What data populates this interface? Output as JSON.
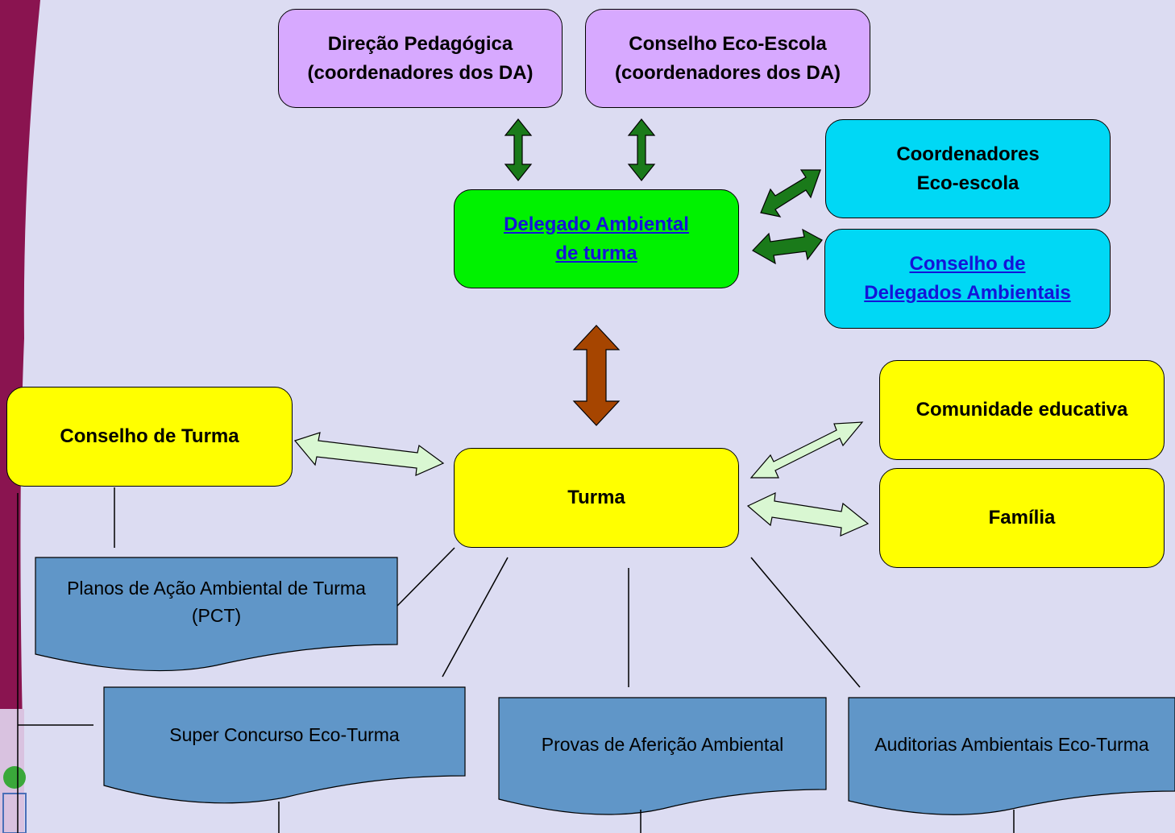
{
  "colors": {
    "background": "#dcdcf2",
    "purple_box": "#d7a9ff",
    "cyan_box": "#00d8f5",
    "green_box": "#00f200",
    "yellow_box": "#ffff00",
    "document_fill": "#6096c8",
    "arrow_dark_green": "#1a7a1a",
    "arrow_brown": "#a64500",
    "arrow_light_green": "#d9f7d2",
    "link": "#1414d8"
  },
  "boxes": {
    "direcao": [
      "Direção Pedagógica",
      "(coordenadores dos DA)"
    ],
    "conselho_eco": [
      "Conselho Eco-Escola",
      "(coordenadores dos DA)"
    ],
    "coordenadores": [
      "Coordenadores",
      "Eco-escola"
    ],
    "delegado": [
      "Delegado Ambiental",
      "de turma"
    ],
    "conselho_delegados": [
      "Conselho de",
      "Delegados Ambientais"
    ],
    "conselho_turma": "Conselho de Turma",
    "turma": "Turma",
    "comunidade": "Comunidade educativa",
    "familia": "Família"
  },
  "documents": {
    "planos": [
      "Planos de Ação Ambiental de Turma",
      "(PCT)"
    ],
    "super_concurso": "Super Concurso Eco-Turma",
    "provas": "Provas de Aferição Ambiental",
    "auditorias": "Auditorias Ambientais Eco-Turma"
  }
}
